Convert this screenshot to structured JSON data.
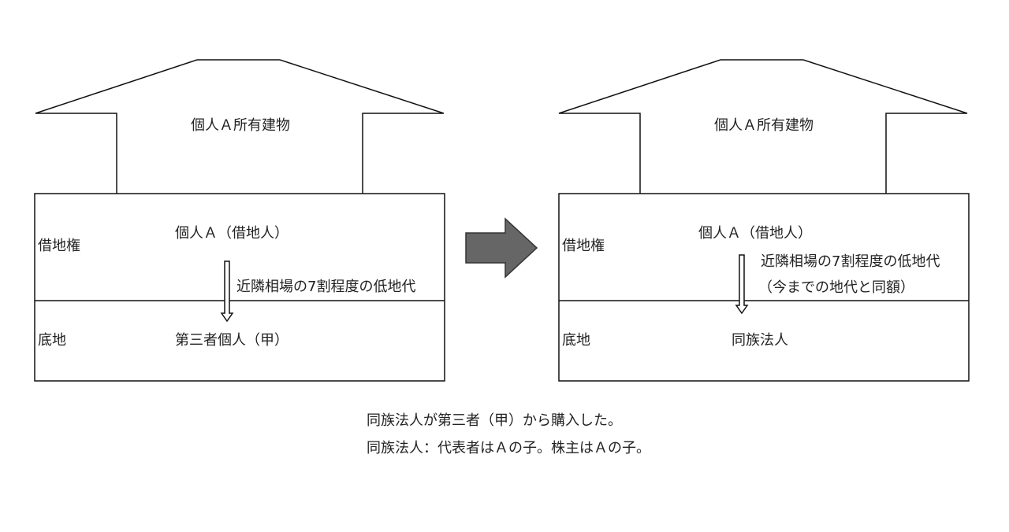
{
  "before": {
    "building_label": "個人Ａ所有建物",
    "leasehold_label": "借地権",
    "leasehold_holder": "個人Ａ（借地人）",
    "rent_note": "近隣相場の7割程度の低地代",
    "land_label": "底地",
    "land_owner": "第三者個人（甲）"
  },
  "after": {
    "building_label": "個人Ａ所有建物",
    "leasehold_label": "借地権",
    "leasehold_holder": "個人Ａ（借地人）",
    "rent_note": "近隣相場の7割程度の低地代",
    "rent_note_sub": "（今までの地代と同額）",
    "land_label": "底地",
    "land_owner": "同族法人"
  },
  "notes": [
    "同族法人が第三者（甲）から購入した。",
    "同族法人：代表者はＡの子。株主はＡの子。"
  ],
  "colors": {
    "transition_arrow": "#666666",
    "line": "#111111"
  }
}
